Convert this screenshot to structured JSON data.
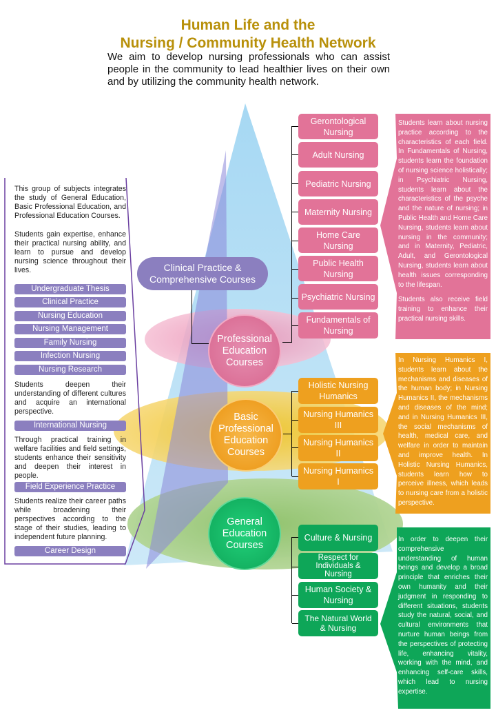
{
  "header": {
    "title_line1": "Human Life and the",
    "title_line2": "Nursing / Community Health Network",
    "subtitle": "We aim to develop nursing professionals who can assist people in the community to lead healthier lives on their own and by utilizing the community health network."
  },
  "colors": {
    "title": "#b8900a",
    "clinical": "#8b7fbf",
    "professional": "#e27398",
    "basic": "#eea01f",
    "general": "#0ea658",
    "pyramid": "#a8d8f2"
  },
  "layers": {
    "clinical": "Clinical Practice & Comprehensive Courses",
    "professional": "Professional Education Courses",
    "basic": "Basic Professional Education Courses",
    "general": "General Education Courses"
  },
  "left_panel": {
    "intro": "This group of subjects integrates the study of General Education, Basic Professional Education, and Professional Education Courses.",
    "expertise": "Students gain expertise, enhance their practical nursing ability, and learn to pursue and develop nursing science throughout their lives.",
    "core_courses": [
      "Undergraduate Thesis",
      "Clinical Practice",
      "Nursing Education",
      "Nursing Management",
      "Family Nursing",
      "Infection Nursing",
      "Nursing Research"
    ],
    "international_text": "Students deepen their understanding of different cultures and acquire an international perspective.",
    "international_course": "International Nursing",
    "field_text": "Through practical training in welfare facilities and field settings, students enhance their sensitivity and deepen their interest in people.",
    "field_course": "Field Experience Practice",
    "career_text": "Students realize their career paths while broadening their perspectives according to the stage of their studies, leading to independent future planning.",
    "career_course": "Career Design"
  },
  "professional": {
    "courses": [
      "Gerontological Nursing",
      "Adult Nursing",
      "Pediatric Nursing",
      "Maternity Nursing",
      "Home Care Nursing",
      "Public Health Nursing",
      "Psychiatric Nursing",
      "Fundamentals of Nursing"
    ],
    "description": "Students learn about nursing practice according to the characteristics of each field. In Fundamentals of Nursing, students learn the foundation of nursing science holistically; in Psychiatric Nursing, students learn about the characteristics of the psyche and the nature of nursing; in Public Health and Home Care Nursing, students learn about nursing in the community; and in Maternity, Pediatric, Adult, and Gerontological Nursing, students learn about health issues corresponding to the lifespan.",
    "description2": "Students also receive field training to enhance their practical nursing skills."
  },
  "basic": {
    "courses": [
      "Holistic Nursing Humanics",
      "Nursing Humanics III",
      "Nursing Humanics II",
      "Nursing Humanics I"
    ],
    "description": "In Nursing Humanics I, students learn about the mechanisms and diseases of the human body; in Nursing Humanics II, the mechanisms and diseases of the mind; and in Nursing Humanics III, the social mechanisms of health, medical care, and welfare in order to maintain and improve health. In Holistic Nursing Humanics, students learn how to perceive illness, which leads to nursing care from a holistic perspective."
  },
  "general": {
    "courses": [
      "Culture & Nursing",
      "Respect for Individuals & Nursing",
      "Human Society & Nursing",
      "The Natural World & Nursing"
    ],
    "description": "In order to deepen their comprehensive understanding of human beings and develop a broad principle that enriches their own humanity and their judgment in responding to different situations, students study the natural, social, and cultural environments that nurture human beings from the perspectives of protecting life, enhancing vitality, working with the mind, and enhancing self-care skills, which lead to nursing expertise."
  }
}
